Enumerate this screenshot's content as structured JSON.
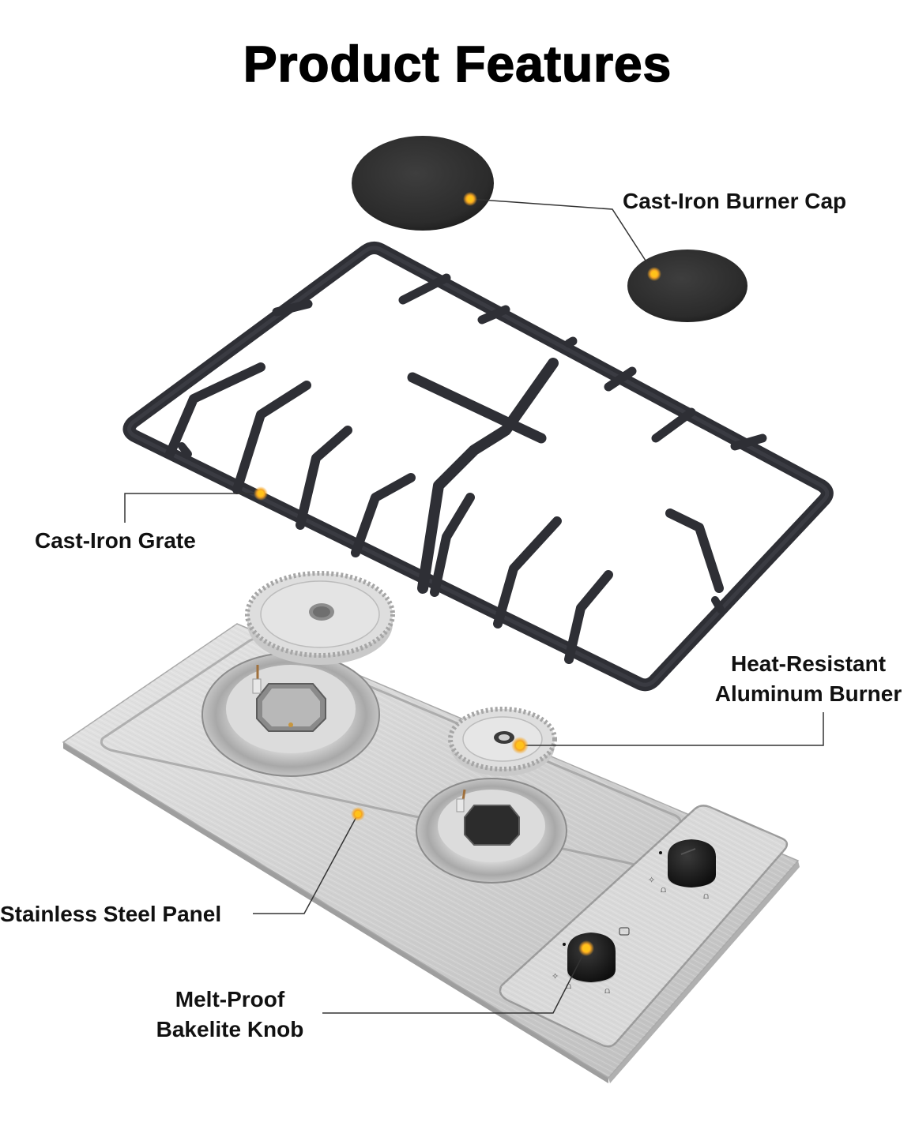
{
  "title": "Product Features",
  "accent_color": "#f5a623",
  "callouts": [
    {
      "id": "burner-cap",
      "label": "Cast-Iron Burner Cap",
      "lines": [
        "Cast-Iron Burner Cap"
      ]
    },
    {
      "id": "grate",
      "label": "Cast-Iron Grate",
      "lines": [
        "Cast-Iron Grate"
      ]
    },
    {
      "id": "burner",
      "label": "Heat-Resistant Aluminum Burner",
      "lines": [
        "Heat-Resistant",
        "Aluminum Burner"
      ]
    },
    {
      "id": "panel",
      "label": "Stainless Steel Panel",
      "lines": [
        "Stainless Steel Panel"
      ]
    },
    {
      "id": "knob",
      "label": "Melt-Proof Bakelite Knob",
      "lines": [
        "Melt-Proof",
        "Bakelite Knob"
      ]
    }
  ],
  "components": {
    "burner_caps": 2,
    "burners": 2,
    "knobs": 2,
    "grate": 1,
    "panel": 1
  }
}
